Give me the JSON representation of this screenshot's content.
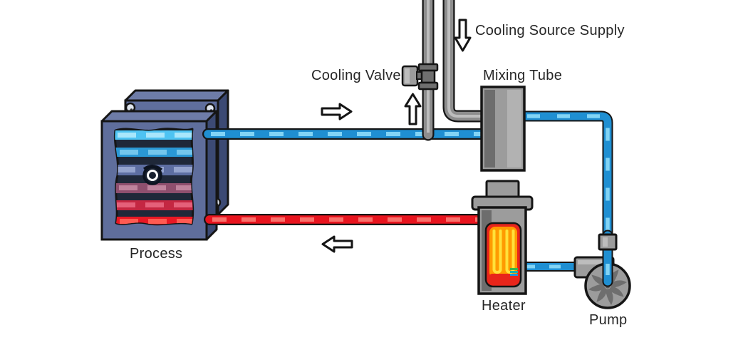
{
  "diagram": {
    "labels": {
      "cooling_source_supply": "Cooling Source Supply",
      "cooling_valve": "Cooling Valve",
      "mixing_tube": "Mixing Tube",
      "process": "Process",
      "heater": "Heater",
      "pump": "Pump"
    },
    "icons": {
      "flow_right_arrow": "⇨",
      "flow_left_arrow": "⇦",
      "flow_up_arrow": "⇧",
      "flow_down_arrow": "⇩"
    },
    "colors": {
      "cold_pipe": "#1f8fd2",
      "cold_pipe_dash": "#82d4f5",
      "hot_pipe": "#e8141e",
      "hot_pipe_dash": "#f8716b",
      "pipe_gray": "#8d8d8d",
      "pipe_gray_highlight": "#bdbdbd",
      "equipment_gray": "#9c9c9c",
      "equipment_shadow": "#6d6d6d",
      "valve_gray": "#6f6f6f",
      "process_face": "#5f6e9c",
      "process_top": "#6e7ca8",
      "process_side": "#3c4a74",
      "process_interior": "#1f2839",
      "stripes": [
        "#4ec3f2",
        "#2a98d5",
        "#5d6ea2",
        "#8f4f6e",
        "#c42742",
        "#e81824"
      ],
      "stripes_light": [
        "#a9e6fb",
        "#74c6ec",
        "#95a4ce",
        "#bf839d",
        "#e5607a",
        "#ff5b52"
      ],
      "flame_red": "#e8251b",
      "flame_orange": "#ff9b00",
      "flame_yellow": "#ffe13a",
      "coil_teal_1": "#3cb44a",
      "coil_teal_2": "#20b2aa",
      "coil_teal_3": "#2196d8",
      "impeller": "#6e6e6e",
      "bolt": "#dfe5ee",
      "arrow_fill": "#ffffff",
      "outline": "#151515",
      "label_text": "#262626"
    }
  }
}
